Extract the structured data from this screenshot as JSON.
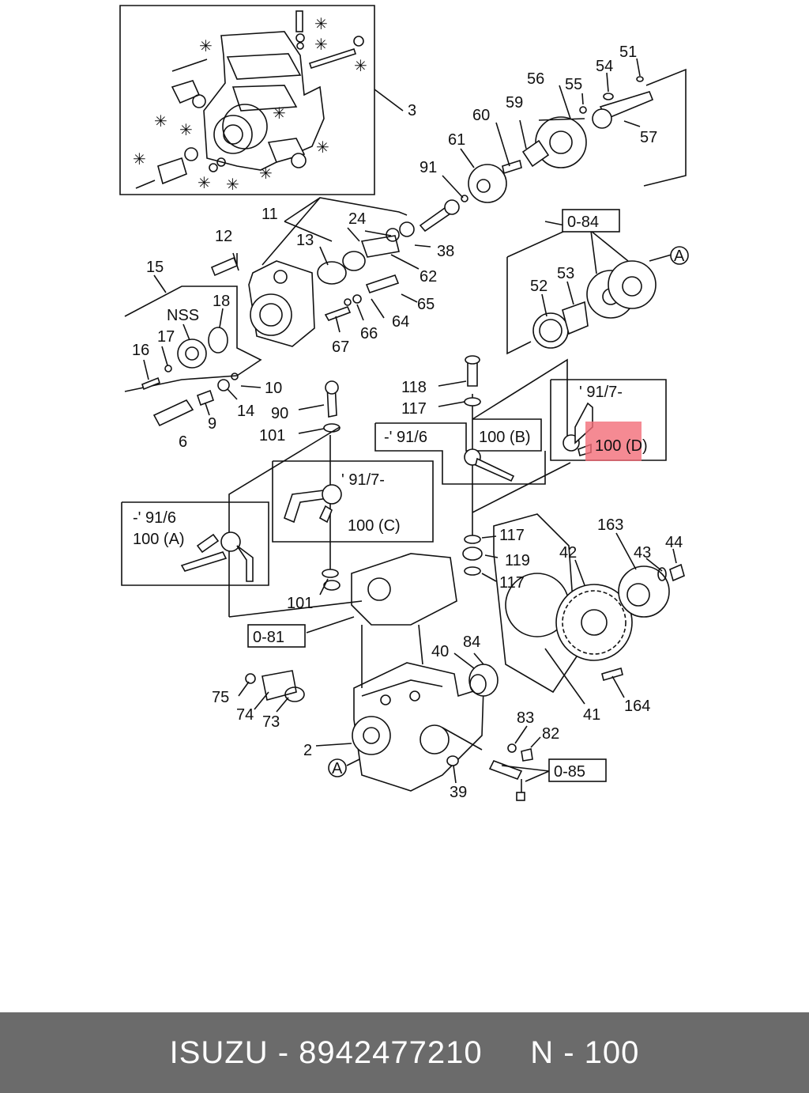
{
  "labels": {
    "l3": "3",
    "l51": "51",
    "l54": "54",
    "l56": "56",
    "l55": "55",
    "l57": "57",
    "l59": "59",
    "l60": "60",
    "l61": "61",
    "l91": "91",
    "l11": "11",
    "l24": "24",
    "l38": "38",
    "l62": "62",
    "l13": "13",
    "l12": "12",
    "l15": "15",
    "l18": "18",
    "l17": "17",
    "l16": "16",
    "l65": "65",
    "l64": "64",
    "l66": "66",
    "l67": "67",
    "l10": "10",
    "l14": "14",
    "l9": "9",
    "l6": "6",
    "l90": "90",
    "l101a": "101",
    "l101b": "101",
    "l118": "118",
    "l117a": "117",
    "l117b": "117",
    "l117c": "117",
    "l119": "119",
    "l52": "52",
    "l53": "53",
    "l163": "163",
    "l42": "42",
    "l43": "43",
    "l44": "44",
    "l40": "40",
    "l84": "84",
    "l41": "41",
    "l164": "164",
    "l75": "75",
    "l74": "74",
    "l73": "73",
    "l2": "2",
    "l83": "83",
    "l82": "82",
    "l39": "39"
  },
  "nss": "NSS",
  "variants": {
    "pre_a": "-' 91/6",
    "name_a": "100 (A)",
    "post_c": "' 91/7-",
    "name_c": "100 (C)",
    "pre_b": "-' 91/6",
    "name_b": "100 (B)",
    "post_d": "' 91/7-",
    "name_d": "100 (D)"
  },
  "refs": {
    "r084": "0-84",
    "r081": "0-81",
    "r085": "0-85",
    "circle_a": "A"
  },
  "star": "✳",
  "highlight_color": "#f26d78",
  "footer": {
    "brand": "ISUZU",
    "part_number": "8942477210",
    "ref": "N - 100",
    "text": "ISUZU - 8942477210     N - 100"
  }
}
